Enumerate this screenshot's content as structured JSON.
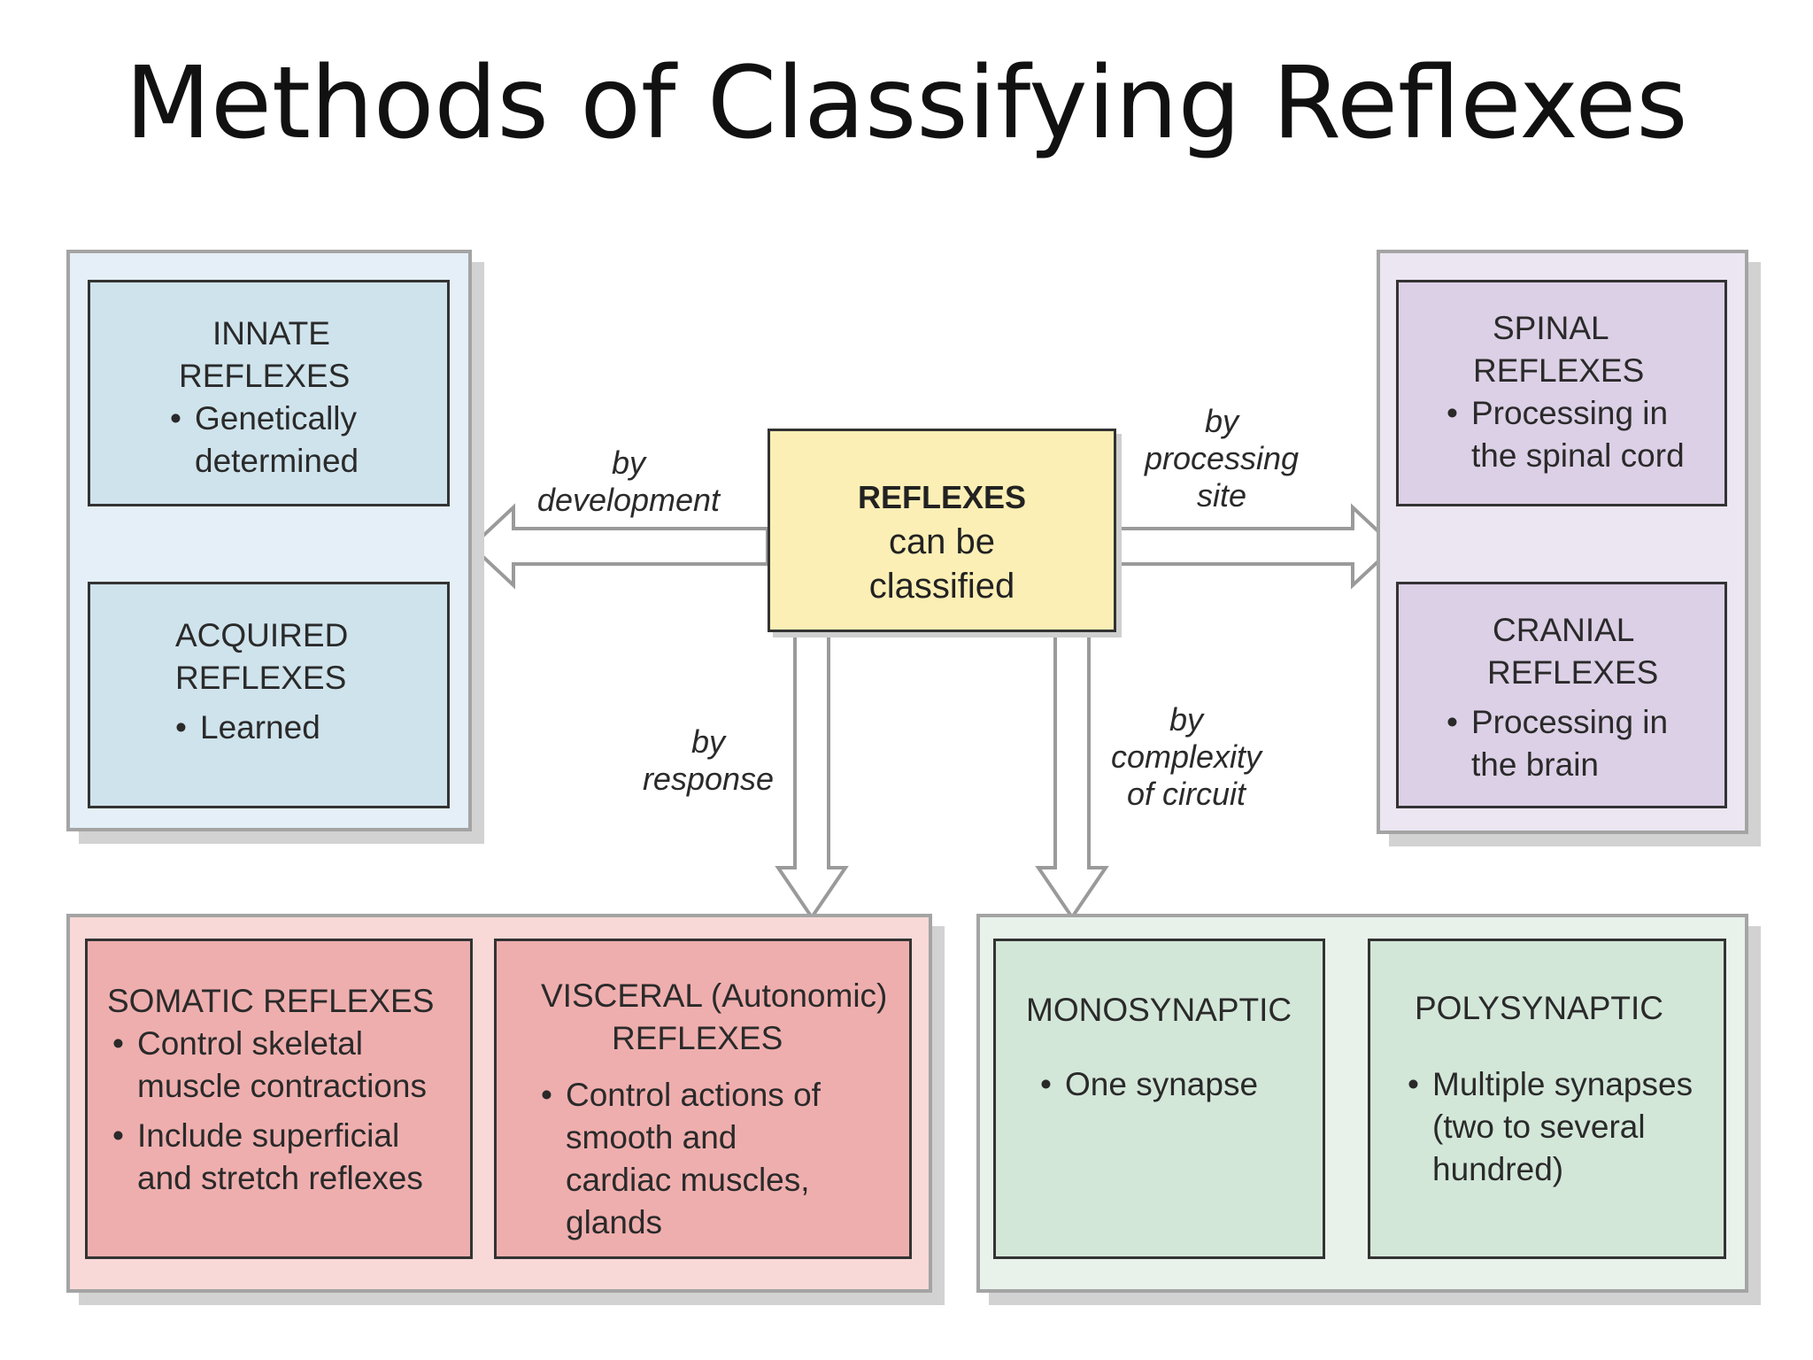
{
  "title": "Methods of Classifying Reflexes",
  "colors": {
    "blue_group": "#e4eff7",
    "blue_box": "#cfe3ec",
    "purple_group": "#ece6f3",
    "purple_box": "#dcd0e6",
    "red_group": "#f8d9d7",
    "red_box": "#efaeae",
    "green_group": "#e8f2ea",
    "green_box": "#d3e7d9",
    "center_box": "#fbefb5"
  },
  "center": {
    "title": "REFLEXES",
    "line1": "can be",
    "line2": "classified"
  },
  "labels": {
    "development": [
      "by",
      "development"
    ],
    "processing": [
      "by",
      "processing",
      "site"
    ],
    "response": [
      "by",
      "response"
    ],
    "complexity": [
      "by",
      "complexity",
      "of circuit"
    ]
  },
  "innate": {
    "heading": [
      "INNATE",
      "REFLEXES"
    ],
    "bullets": [
      "Genetically determined"
    ]
  },
  "acquired": {
    "heading": [
      "ACQUIRED",
      "REFLEXES"
    ],
    "bullets": [
      "Learned"
    ]
  },
  "spinal": {
    "heading": [
      "SPINAL",
      "REFLEXES"
    ],
    "bullets": [
      "Processing in the spinal cord"
    ]
  },
  "cranial": {
    "heading": [
      "CRANIAL",
      "REFLEXES"
    ],
    "bullets": [
      "Processing in the brain"
    ]
  },
  "somatic": {
    "heading": "SOMATIC REFLEXES",
    "bullets": [
      "Control skeletal muscle contractions",
      "Include superficial and stretch reflexes"
    ]
  },
  "visceral": {
    "heading": [
      "VISCERAL (Autonomic)",
      "REFLEXES"
    ],
    "bullets": [
      "Control actions of smooth and cardiac muscles, glands"
    ]
  },
  "monosynaptic": {
    "heading": "MONOSYNAPTIC",
    "bullets": [
      "One synapse"
    ]
  },
  "polysynaptic": {
    "heading": "POLYSYNAPTIC",
    "bullets": [
      "Multiple synapses (two to several hundred)"
    ]
  }
}
